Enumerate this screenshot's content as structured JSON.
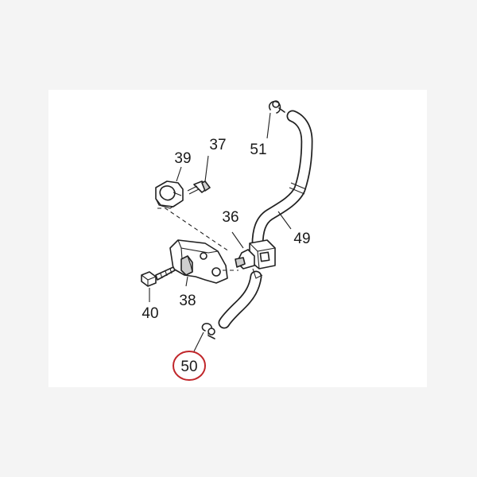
{
  "diagram": {
    "highlight_color": "#c0262a",
    "parts": [
      {
        "id": "p36",
        "number": "36"
      },
      {
        "id": "p37",
        "number": "37"
      },
      {
        "id": "p38",
        "number": "38"
      },
      {
        "id": "p39",
        "number": "39"
      },
      {
        "id": "p40",
        "number": "40"
      },
      {
        "id": "p49",
        "number": "49"
      },
      {
        "id": "p50",
        "number": "50",
        "highlighted": true
      },
      {
        "id": "p51",
        "number": "51"
      }
    ]
  }
}
